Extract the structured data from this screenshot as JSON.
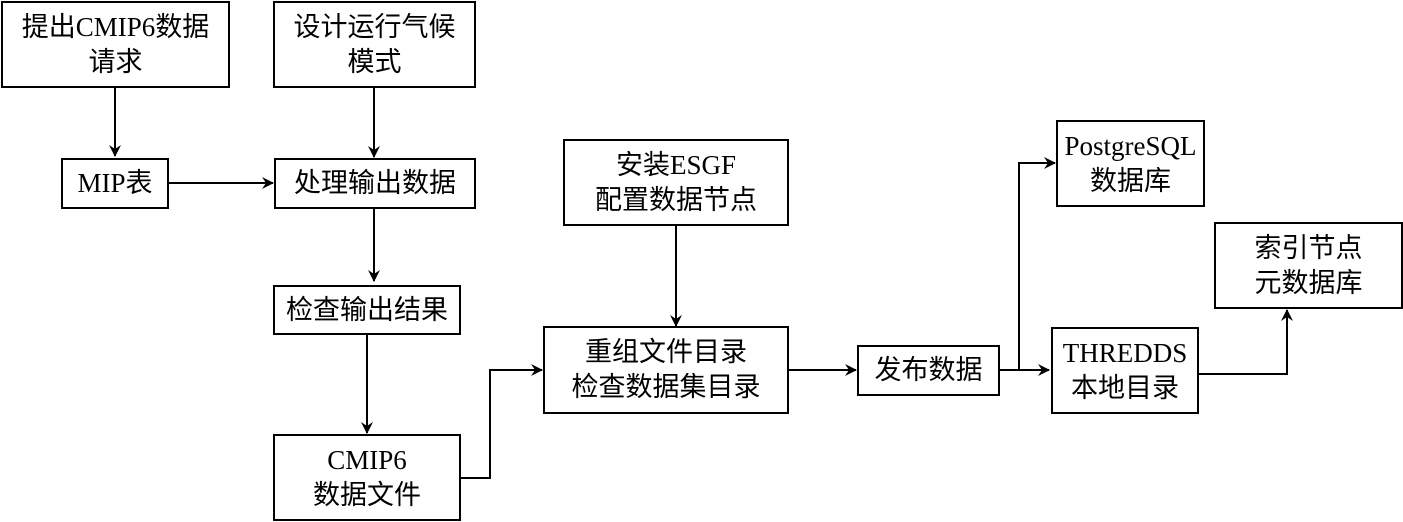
{
  "diagram": {
    "title": "",
    "nodes": {
      "request": {
        "lines": [
          "提出CMIP6数据",
          "请求"
        ]
      },
      "design": {
        "lines": [
          "设计运行气候",
          "模式"
        ]
      },
      "mip_table": {
        "lines": [
          "MIP表"
        ]
      },
      "process": {
        "lines": [
          "处理输出数据"
        ]
      },
      "check": {
        "lines": [
          "检查输出结果"
        ]
      },
      "cmip6_files": {
        "lines": [
          "CMIP6",
          "数据文件"
        ]
      },
      "install_esgf": {
        "lines": [
          "安装ESGF",
          "配置数据节点"
        ]
      },
      "reorganize": {
        "lines": [
          "重组文件目录",
          "检查数据集目录"
        ]
      },
      "publish": {
        "lines": [
          "发布数据"
        ]
      },
      "postgresql": {
        "lines": [
          "PostgreSQL",
          "数据库"
        ]
      },
      "thredds": {
        "lines": [
          "THREDDS",
          "本地目录"
        ]
      },
      "index_node": {
        "lines": [
          "索引节点",
          "元数据库"
        ]
      }
    },
    "edges": [
      {
        "from": "request",
        "to": "mip_table"
      },
      {
        "from": "design",
        "to": "process"
      },
      {
        "from": "mip_table",
        "to": "process"
      },
      {
        "from": "process",
        "to": "check"
      },
      {
        "from": "check",
        "to": "cmip6_files"
      },
      {
        "from": "cmip6_files",
        "to": "reorganize"
      },
      {
        "from": "install_esgf",
        "to": "reorganize"
      },
      {
        "from": "reorganize",
        "to": "publish"
      },
      {
        "from": "publish",
        "to": "postgresql"
      },
      {
        "from": "publish",
        "to": "thredds"
      },
      {
        "from": "thredds",
        "to": "index_node"
      }
    ]
  }
}
